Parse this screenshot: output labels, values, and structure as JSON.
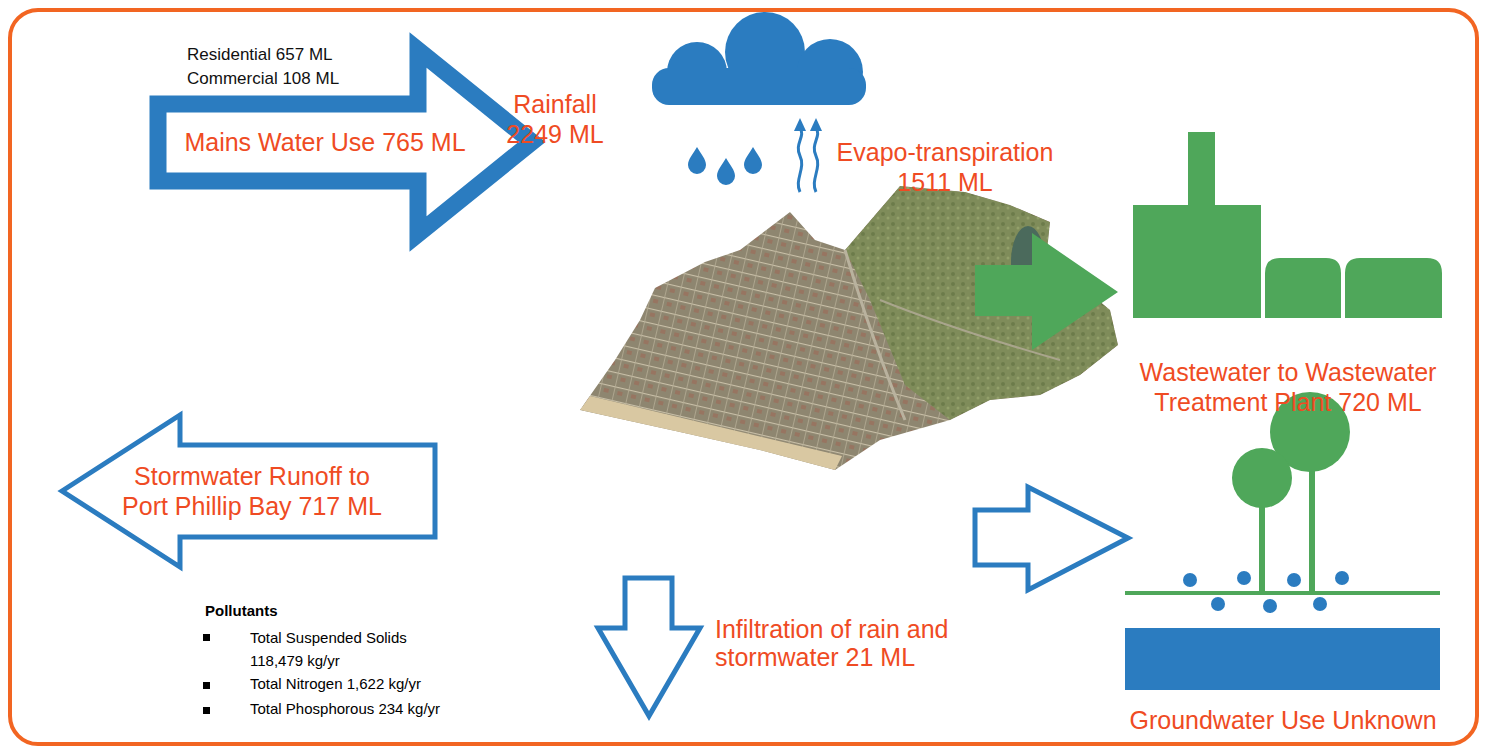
{
  "diagram": {
    "nodes": [
      {
        "text": [
          "Residential 657 ML",
          "Commercial 108 ML",
          "Mains Water Use 765 ML"
        ]
      },
      {
        "text": [
          "Wastewater to Wastewater Treatment Plant 720 ML"
        ]
      },
      {
        "text": [
          "Stormwater Runoff to Port Phillip Bay 717 ML"
        ]
      },
      {
        "text": [
          "Groundwater Use Unknown"
        ]
      }
    ],
    "labels": [
      "Rainfall 2249 ML",
      "Evapo-transpiration 1511 ML",
      "Pollutants",
      "Total Suspended Solids 118,479 kg/yr",
      "Total Nitrogen 1,622 kg/yr",
      "Total Phosphorous 234 kg/yr",
      "Infiltration of rain and stormwater 21 ML"
    ]
  }
}
